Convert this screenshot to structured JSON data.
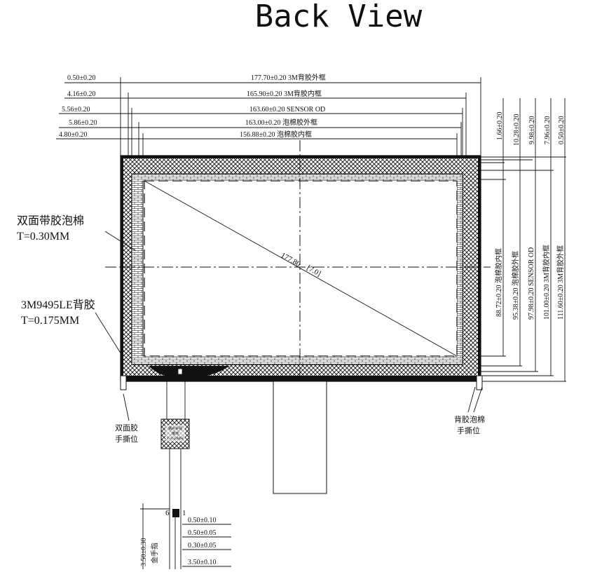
{
  "title": "Back View",
  "top_dims": [
    {
      "left": "0.50±0.20",
      "right": "177.70±0.20 3M背胶外框"
    },
    {
      "left": "4.16±0.20",
      "right": "165.90±0.20 3M背胶内框"
    },
    {
      "left": "5.56±0.20",
      "right": "163.60±0.20 SENSOR OD"
    },
    {
      "left": "5.86±0.20",
      "right": "163.00±0.20 泡棉胶外框"
    },
    {
      "left": "4.80±0.20",
      "right": "156.88±0.20 泡棉胶内框"
    }
  ],
  "right_top_dims": [
    "1.66±0.20",
    "10.28±0.20",
    "9.98±0.20",
    "7.96±0.20",
    "0.50±0.20"
  ],
  "right_dims": [
    "88.72±0.20 泡棉胶内框",
    "95.38±0.20 泡棉胶外框",
    "97.98±0.20 SENSOR OD",
    "101.00±0.20 3M背胶内框",
    "111.60±0.20 3M背胶外框"
  ],
  "diagonal": {
    "value": "177.80",
    "note": "[7.0]"
  },
  "callouts": {
    "foam": {
      "line1": "双面带胶泡棉",
      "line2": "T=0.30MM"
    },
    "adhesive": {
      "line1": "3M9495LE背胶",
      "line2": "T=0.175MM"
    },
    "left_tab": {
      "line1": "双面胶",
      "line2": "手撕位"
    },
    "right_tab": {
      "line1": "背胶泡棉",
      "line2": "手撕位"
    }
  },
  "stiffener": {
    "line1": "钢片补强",
    "line2": "接地",
    "line3": "T=0.20MM"
  },
  "fpc": {
    "pin_left": "6",
    "pin_right": "1",
    "gold_label": "金手指",
    "gold_len": "3.50±0.30",
    "dims": [
      "0.50±0.10",
      "0.50±0.05",
      "0.30±0.05",
      "3.50±0.10"
    ]
  }
}
